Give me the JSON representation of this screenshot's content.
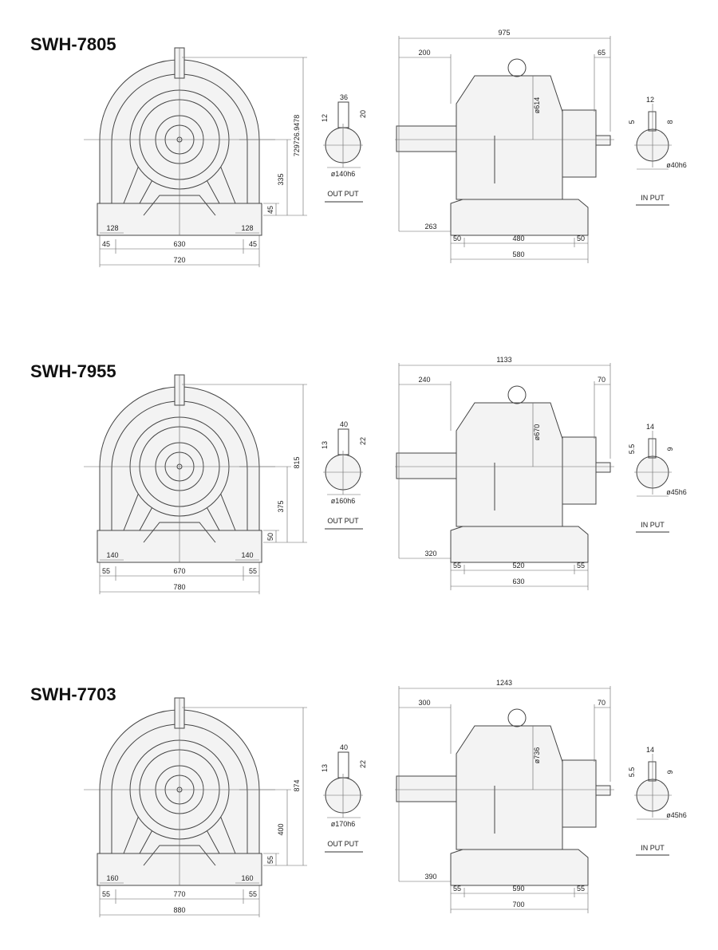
{
  "sections": [
    {
      "title": "SWH-7805",
      "front": {
        "total_height": "729726.9478",
        "center_height": "335",
        "base_height": "45",
        "foot_left": "128",
        "foot_right": "128",
        "bolt_span": "630",
        "edge_left": "45",
        "edge_right": "45",
        "total_width": "720"
      },
      "output": {
        "key_width": "36",
        "key_depth": "12",
        "key_height": "20",
        "diameter": "ø140h6",
        "label": "OUT PUT"
      },
      "side": {
        "total_length": "975",
        "shaft_length": "200",
        "motor_offset": "65",
        "flange_dia": "ø614",
        "shaft_to_base": "263",
        "base_edge_left": "50",
        "base_span": "480",
        "base_edge_right": "50",
        "base_length": "580"
      },
      "input": {
        "key_width": "12",
        "key_depth": "5",
        "key_height": "8",
        "diameter": "ø40h6",
        "label": "IN PUT"
      }
    },
    {
      "title": "SWH-7955",
      "front": {
        "total_height": "815",
        "center_height": "375",
        "base_height": "50",
        "foot_left": "140",
        "foot_right": "140",
        "bolt_span": "670",
        "edge_left": "55",
        "edge_right": "55",
        "total_width": "780"
      },
      "output": {
        "key_width": "40",
        "key_depth": "13",
        "key_height": "22",
        "diameter": "ø160h6",
        "label": "OUT PUT"
      },
      "side": {
        "total_length": "1133",
        "shaft_length": "240",
        "motor_offset": "70",
        "flange_dia": "ø670",
        "shaft_to_base": "320",
        "base_edge_left": "55",
        "base_span": "520",
        "base_edge_right": "55",
        "base_length": "630"
      },
      "input": {
        "key_width": "14",
        "key_depth": "5.5",
        "key_height": "9",
        "diameter": "ø45h6",
        "label": "IN PUT"
      }
    },
    {
      "title": "SWH-7703",
      "front": {
        "total_height": "874",
        "center_height": "400",
        "base_height": "55",
        "foot_left": "160",
        "foot_right": "160",
        "bolt_span": "770",
        "edge_left": "55",
        "edge_right": "55",
        "total_width": "880"
      },
      "output": {
        "key_width": "40",
        "key_depth": "13",
        "key_height": "22",
        "diameter": "ø170h6",
        "label": "OUT PUT"
      },
      "side": {
        "total_length": "1243",
        "shaft_length": "300",
        "motor_offset": "70",
        "flange_dia": "ø736",
        "shaft_to_base": "390",
        "base_edge_left": "55",
        "base_span": "590",
        "base_edge_right": "55",
        "base_length": "700"
      },
      "input": {
        "key_width": "14",
        "key_depth": "5.5",
        "key_height": "9",
        "diameter": "ø45h6",
        "label": "IN PUT"
      }
    }
  ]
}
